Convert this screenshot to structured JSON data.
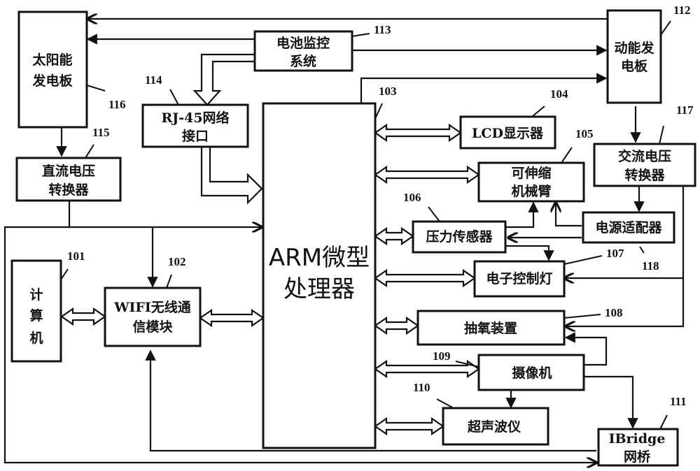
{
  "diagram": {
    "type": "block-diagram",
    "components": [
      {
        "id": "101",
        "ref": "101",
        "label_lines": [
          "计",
          "算",
          "机"
        ]
      },
      {
        "id": "102",
        "ref": "102",
        "label_lines": [
          "WIFI无线通",
          "信模块"
        ]
      },
      {
        "id": "103",
        "ref": "103",
        "label_lines": [
          "ARM微型",
          "处理器"
        ]
      },
      {
        "id": "104",
        "ref": "104",
        "label_lines": [
          "LCD显示器"
        ]
      },
      {
        "id": "105",
        "ref": "105",
        "label_lines": [
          "可伸缩",
          "机械臂"
        ]
      },
      {
        "id": "106",
        "ref": "106",
        "label_lines": [
          "压力传感器"
        ]
      },
      {
        "id": "107",
        "ref": "107",
        "label_lines": [
          "电子控制灯"
        ]
      },
      {
        "id": "108",
        "ref": "108",
        "label_lines": [
          "抽氧装置"
        ]
      },
      {
        "id": "109",
        "ref": "109",
        "label_lines": [
          "摄像机"
        ]
      },
      {
        "id": "110",
        "ref": "110",
        "label_lines": [
          "超声波仪"
        ]
      },
      {
        "id": "111",
        "ref": "111",
        "label_lines": [
          "IBridge",
          "网桥"
        ]
      },
      {
        "id": "112",
        "ref": "112",
        "label_lines": [
          "动能发",
          "电板"
        ]
      },
      {
        "id": "113",
        "ref": "113",
        "label_lines": [
          "电池监控",
          "系统"
        ]
      },
      {
        "id": "114",
        "ref": "114",
        "label_lines": [
          "RJ-45网络",
          "接口"
        ]
      },
      {
        "id": "115",
        "ref": "115",
        "label_lines": [
          "直流电压",
          "转换器"
        ]
      },
      {
        "id": "116",
        "ref": "116",
        "label_lines": [
          "太阳能",
          "发电板"
        ]
      },
      {
        "id": "117",
        "ref": "117",
        "label_lines": [
          "交流电压",
          "转换器"
        ]
      },
      {
        "id": "118",
        "ref": "118",
        "label_lines": [
          "电源适配器"
        ]
      }
    ],
    "connections": [
      {
        "from": "113",
        "to": "116",
        "kind": "arrow"
      },
      {
        "from": "112",
        "to": "116",
        "kind": "arrow"
      },
      {
        "from": "113",
        "to": "112",
        "kind": "arrow"
      },
      {
        "from": "103",
        "to": "112",
        "kind": "arrow"
      },
      {
        "from": "113",
        "to": "114",
        "kind": "bus"
      },
      {
        "from": "114",
        "to": "103",
        "kind": "bus"
      },
      {
        "from": "116",
        "to": "115",
        "kind": "arrow"
      },
      {
        "from": "115",
        "to": "103",
        "kind": "arrow"
      },
      {
        "from": "115",
        "to": "102",
        "kind": "arrow"
      },
      {
        "from": "101",
        "to": "102",
        "kind": "bidirectional-bus"
      },
      {
        "from": "102",
        "to": "103",
        "kind": "bidirectional-bus"
      },
      {
        "from": "103",
        "to": "104",
        "kind": "bidirectional-bus"
      },
      {
        "from": "103",
        "to": "105",
        "kind": "bidirectional-bus"
      },
      {
        "from": "103",
        "to": "106",
        "kind": "bidirectional-bus"
      },
      {
        "from": "103",
        "to": "107",
        "kind": "bidirectional-bus"
      },
      {
        "from": "103",
        "to": "108",
        "kind": "bidirectional-bus"
      },
      {
        "from": "103",
        "to": "109",
        "kind": "bidirectional-bus"
      },
      {
        "from": "103",
        "to": "110",
        "kind": "bidirectional-bus"
      },
      {
        "from": "112",
        "to": "117",
        "kind": "arrow"
      },
      {
        "from": "117",
        "to": "118",
        "kind": "arrow"
      },
      {
        "from": "118",
        "to": "105",
        "kind": "arrow"
      },
      {
        "from": "118",
        "to": "106",
        "kind": "arrow"
      },
      {
        "from": "106",
        "to": "105",
        "kind": "arrow"
      },
      {
        "from": "106",
        "to": "107",
        "kind": "arrow"
      },
      {
        "from": "117",
        "to": "107",
        "kind": "arrow"
      },
      {
        "from": "117",
        "to": "108",
        "kind": "arrow"
      },
      {
        "from": "109",
        "to": "108",
        "kind": "arrow"
      },
      {
        "from": "109",
        "to": "110",
        "kind": "arrow"
      },
      {
        "from": "109",
        "to": "111",
        "kind": "arrow"
      },
      {
        "from": "111",
        "to": "102",
        "kind": "arrow"
      },
      {
        "from": "115",
        "to": "111",
        "kind": "arrow"
      }
    ]
  }
}
